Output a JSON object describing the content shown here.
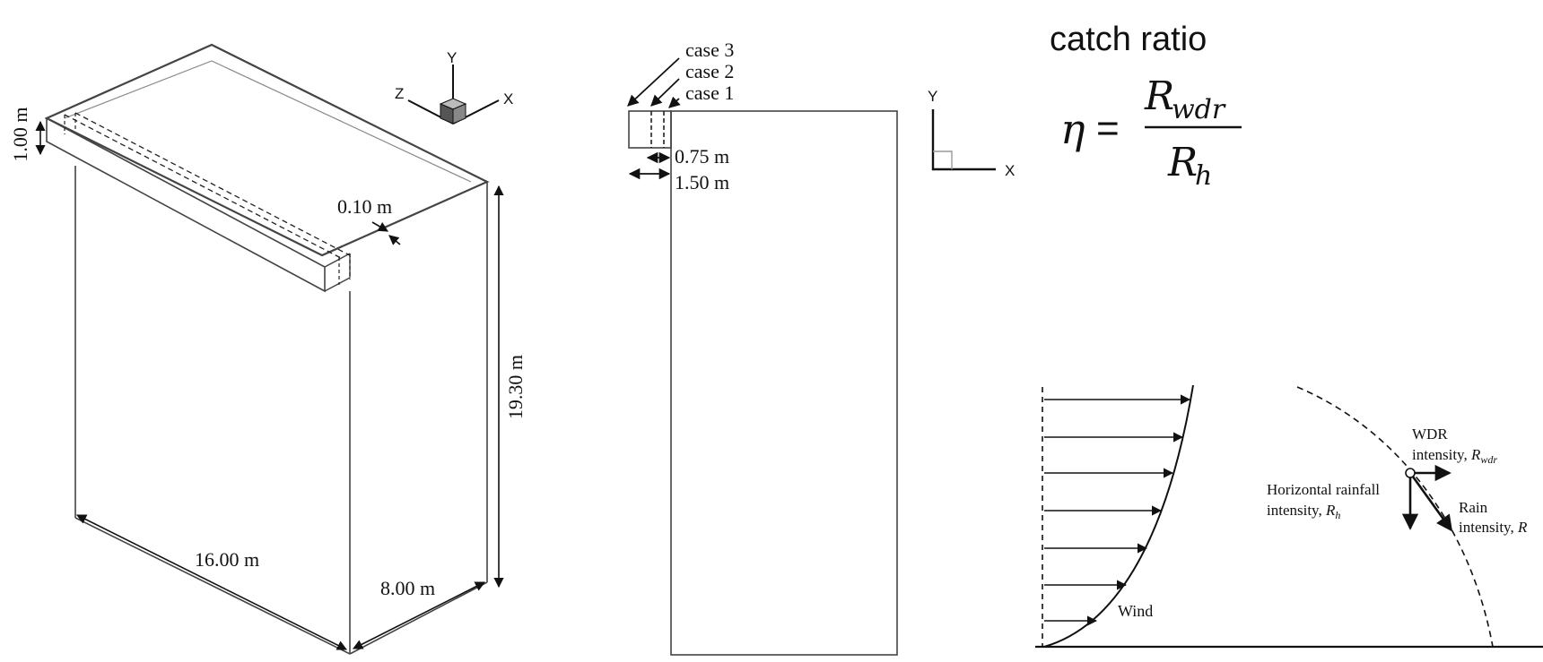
{
  "building_3d": {
    "dim_overhang_height": "1.00 m",
    "dim_overhang_thickness": "0.10 m",
    "dim_height": "19.30 m",
    "dim_length": "16.00 m",
    "dim_width": "8.00 m",
    "axes": {
      "x": "X",
      "y": "Y",
      "z": "Z"
    }
  },
  "section_2d": {
    "cases": [
      "case 3",
      "case 2",
      "case 1"
    ],
    "dim_075": "0.75 m",
    "dim_150": "1.50 m",
    "axes": {
      "x": "X",
      "y": "Y"
    }
  },
  "formula": {
    "title": "catch ratio",
    "lhs": "η",
    "equals": "=",
    "num_main": "R",
    "num_sub": "wdr",
    "den_main": "R",
    "den_sub": "h"
  },
  "wind_diagram": {
    "wind_label": "Wind",
    "wdr_label_line1": "WDR",
    "wdr_label_line2": "intensity, ",
    "wdr_symbol": "R",
    "wdr_sub": "wdr",
    "horiz_label_line1": "Horizontal rainfall",
    "horiz_label_line2": "intensity, ",
    "horiz_symbol": "R",
    "horiz_sub": "h",
    "rain_label_line1": "Rain",
    "rain_label_line2": "intensity, ",
    "rain_symbol": "R"
  }
}
